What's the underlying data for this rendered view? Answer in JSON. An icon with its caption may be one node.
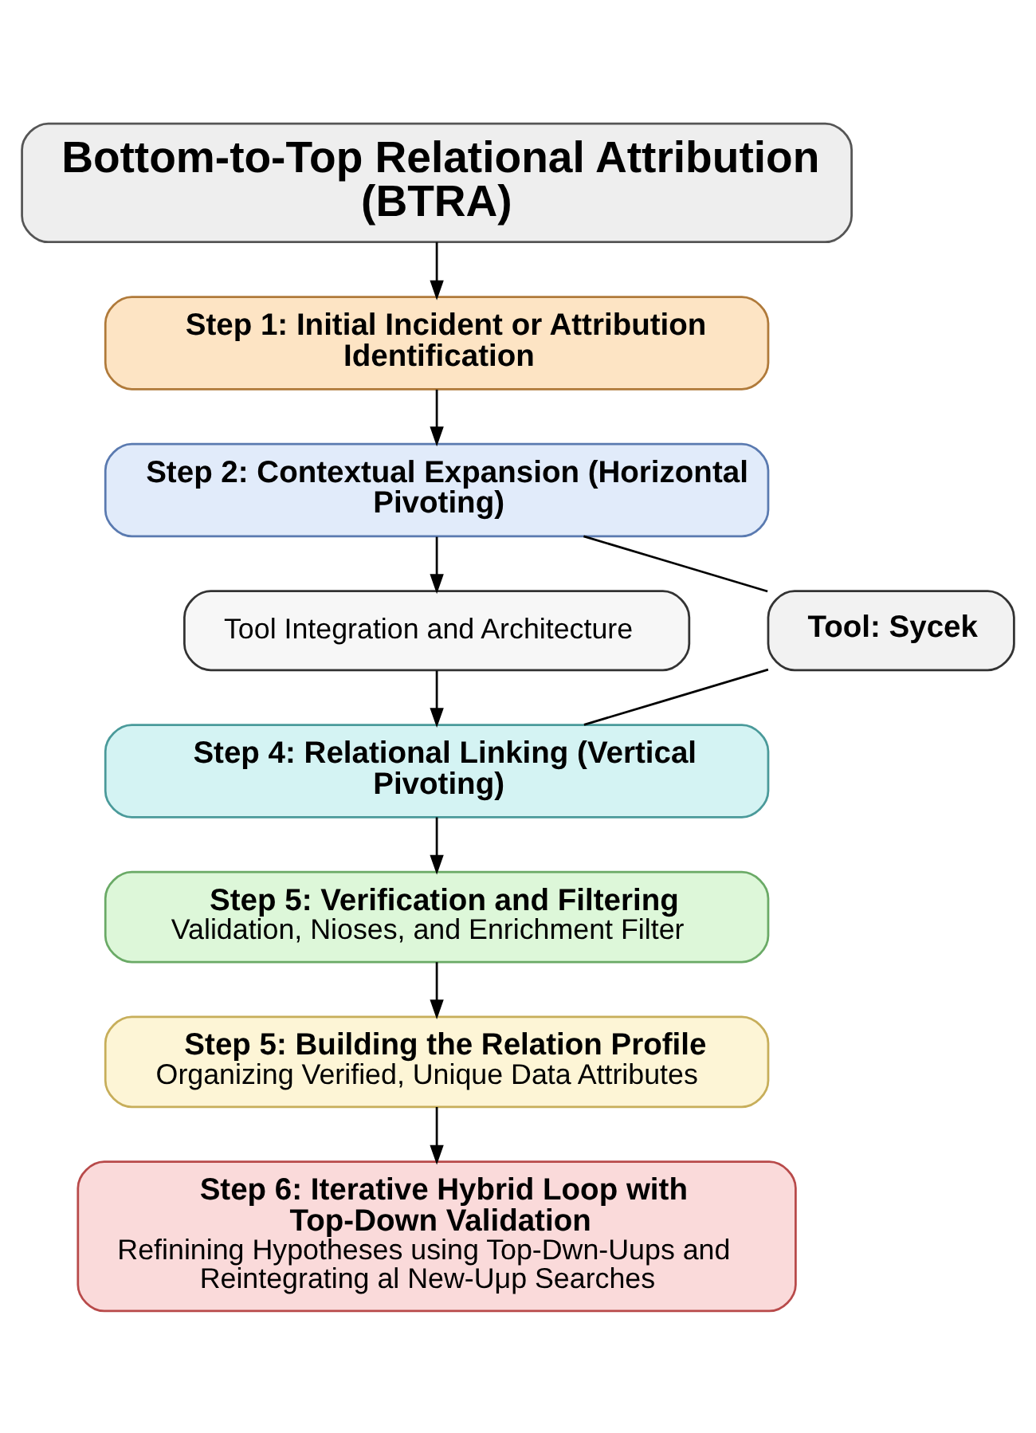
{
  "diagram": {
    "nodes": [
      {
        "text": [
          "Bottom-to-Top Relational Attribution (BTRA)"
        ]
      },
      {
        "text": [
          "Step 1: Initial Incident or Attribution Identification"
        ]
      },
      {
        "text": [
          "Step 2: Contextual Expansion (Horizontal Pivoting)"
        ]
      },
      {
        "text": [
          "Tool: Sycek"
        ]
      },
      {
        "text": [
          "Tool Integration and Architecture"
        ]
      },
      {
        "text": [
          "Step 4: Relational Linking (Vertical Pivoting)"
        ]
      },
      {
        "text": [
          "Step 5: Verification and Filtering",
          "Validation, Nioses, and Enrichment Filter"
        ]
      },
      {
        "text": [
          "Step 5: Building the Relation Profile",
          "Organizing Verified, Unique Data Attributes"
        ]
      },
      {
        "text": [
          "Step 6: Iterative Hybrid Loop with Top-Down Validation",
          "Refinining Hypotheses using Top-Dwn-Uups and Reintegrating al New-Uμp Searches"
        ]
      }
    ],
    "edges": [
      {
        "from": 0,
        "to": 1,
        "arrow": "to"
      },
      {
        "from": 1,
        "to": 2,
        "arrow": "to"
      },
      {
        "from": 2,
        "to": 4,
        "arrow": "to"
      },
      {
        "from": 4,
        "to": 5,
        "arrow": "to"
      },
      {
        "from": 3,
        "to": 2,
        "arrow": "none"
      },
      {
        "from": 3,
        "to": 5,
        "arrow": "none"
      },
      {
        "from": 5,
        "to": 6,
        "arrow": "to"
      },
      {
        "from": 6,
        "to": 7,
        "arrow": "to"
      },
      {
        "from": 7,
        "to": 8,
        "arrow": "to"
      }
    ]
  }
}
